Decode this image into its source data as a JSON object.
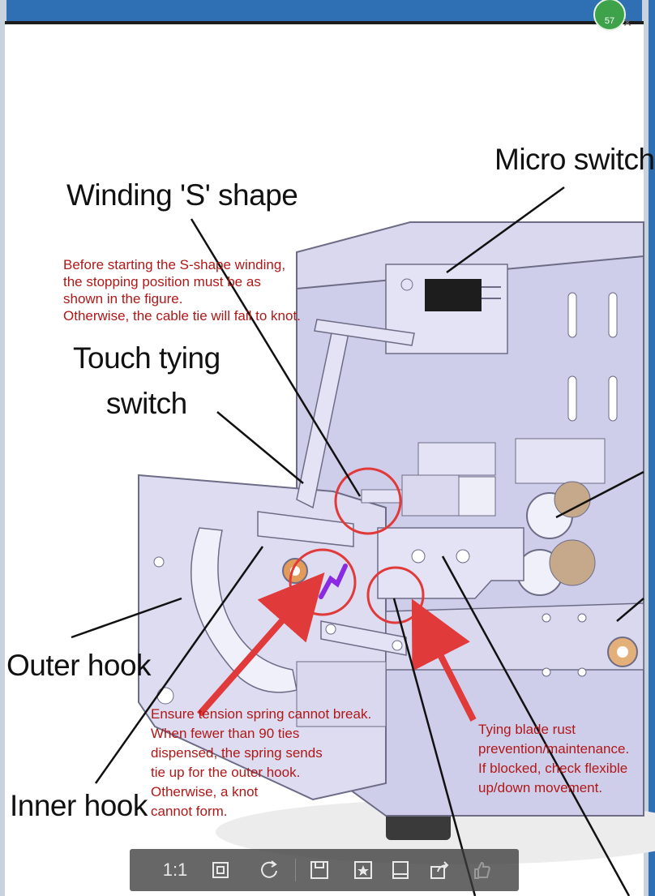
{
  "window": {
    "badge_count": "57",
    "close_glyph": "×"
  },
  "labels": {
    "micro_switch": "Micro switch",
    "winding_s_shape": "Winding 'S' shape",
    "touch_tying_switch_line1": "Touch tying",
    "touch_tying_switch_line2": "switch",
    "outer_hook": "Outer hook",
    "inner_hook": "Inner hook"
  },
  "notes": {
    "winding": [
      "Before starting the S-shape winding,",
      "the stopping position must be as",
      "shown in the figure.",
      "Otherwise, the cable tie will fail to knot."
    ],
    "spring": [
      "Ensure tension spring cannot break.",
      "When fewer than 90 ties",
      "dispensed, the spring sends",
      "tie up for the outer hook.",
      "Otherwise, a knot",
      "cannot form."
    ],
    "blade": [
      "Tying blade rust",
      "prevention/maintenance.",
      "If blocked, check flexible",
      "up/down movement."
    ]
  },
  "toolbar": {
    "zoom_label": "1:1",
    "items": [
      "fit-screen-icon",
      "rotate-icon",
      "save-icon",
      "bookmark-icon",
      "page-icon",
      "share-icon",
      "like-icon"
    ]
  },
  "colors": {
    "machine_body": "#d9d8ef",
    "machine_edge": "#6d6c86",
    "annotation_red": "#e03a3a",
    "note_red": "#b01818"
  }
}
